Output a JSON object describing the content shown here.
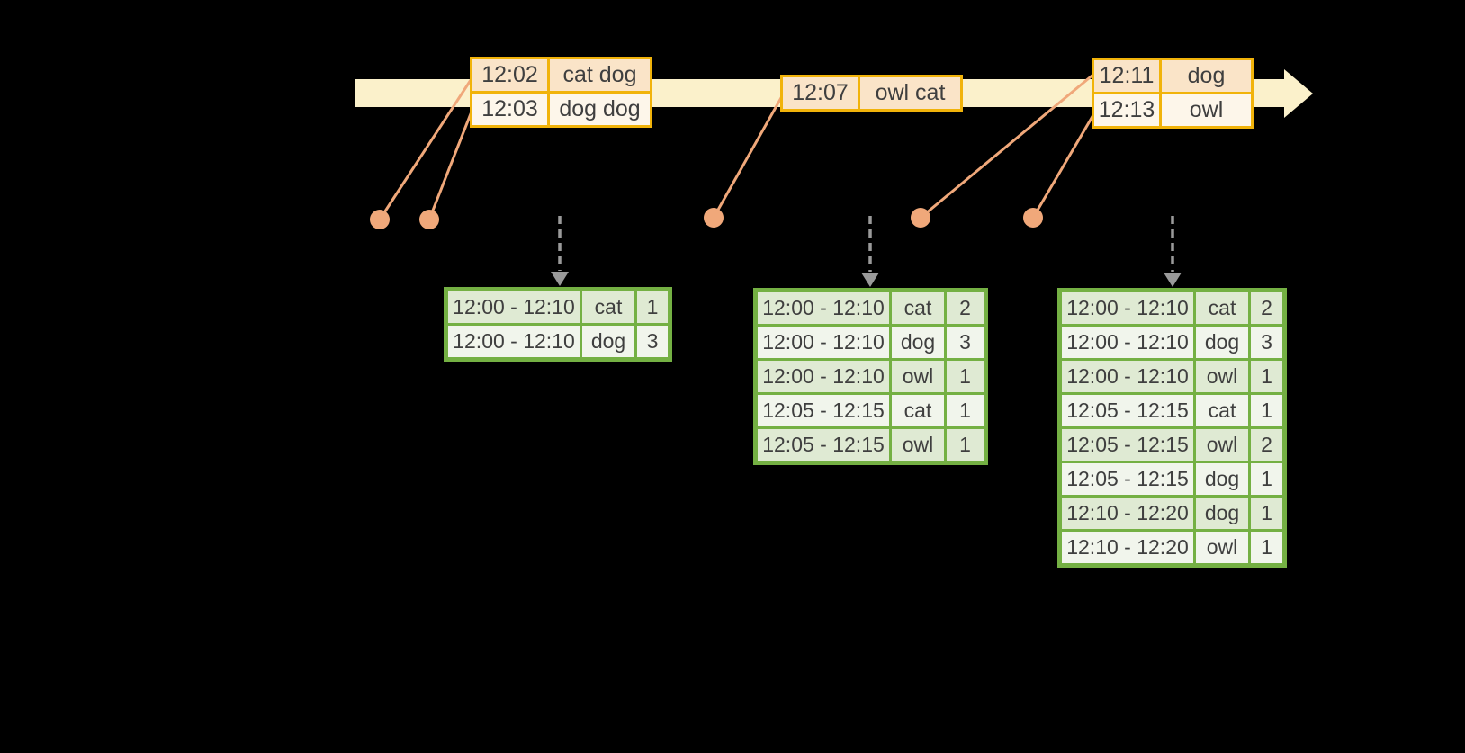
{
  "colors": {
    "background": "#000000",
    "timeline_fill": "#FBF1CB",
    "event_table_border": "#F1B30A",
    "event_row_peach": "#FAE4C8",
    "event_row_cream": "#FDF6EA",
    "connector": "#F0A87A",
    "trigger_arrow": "#9A9A9A",
    "result_table_border": "#74B043",
    "result_row_dark": "#DFEAD3",
    "result_row_light": "#F1F5EC",
    "text": "#3F3F3F"
  },
  "event_tables": [
    {
      "rows": [
        [
          "12:02",
          "cat dog"
        ],
        [
          "12:03",
          "dog dog"
        ]
      ]
    },
    {
      "rows": [
        [
          "12:07",
          "owl cat"
        ]
      ]
    },
    {
      "rows": [
        [
          "12:11",
          "dog"
        ],
        [
          "12:13",
          "owl"
        ]
      ]
    }
  ],
  "result_tables": [
    {
      "rows": [
        [
          "12:00 - 12:10",
          "cat",
          "1"
        ],
        [
          "12:00 - 12:10",
          "dog",
          "3"
        ]
      ]
    },
    {
      "rows": [
        [
          "12:00 - 12:10",
          "cat",
          "2"
        ],
        [
          "12:00 - 12:10",
          "dog",
          "3"
        ],
        [
          "12:00 - 12:10",
          "owl",
          "1"
        ],
        [
          "12:05 - 12:15",
          "cat",
          "1"
        ],
        [
          "12:05 - 12:15",
          "owl",
          "1"
        ]
      ]
    },
    {
      "rows": [
        [
          "12:00 - 12:10",
          "cat",
          "2"
        ],
        [
          "12:00 - 12:10",
          "dog",
          "3"
        ],
        [
          "12:00 - 12:10",
          "owl",
          "1"
        ],
        [
          "12:05 - 12:15",
          "cat",
          "1"
        ],
        [
          "12:05 - 12:15",
          "owl",
          "2"
        ],
        [
          "12:05 - 12:15",
          "dog",
          "1"
        ],
        [
          "12:10 - 12:20",
          "dog",
          "1"
        ],
        [
          "12:10 - 12:20",
          "owl",
          "1"
        ]
      ]
    }
  ]
}
